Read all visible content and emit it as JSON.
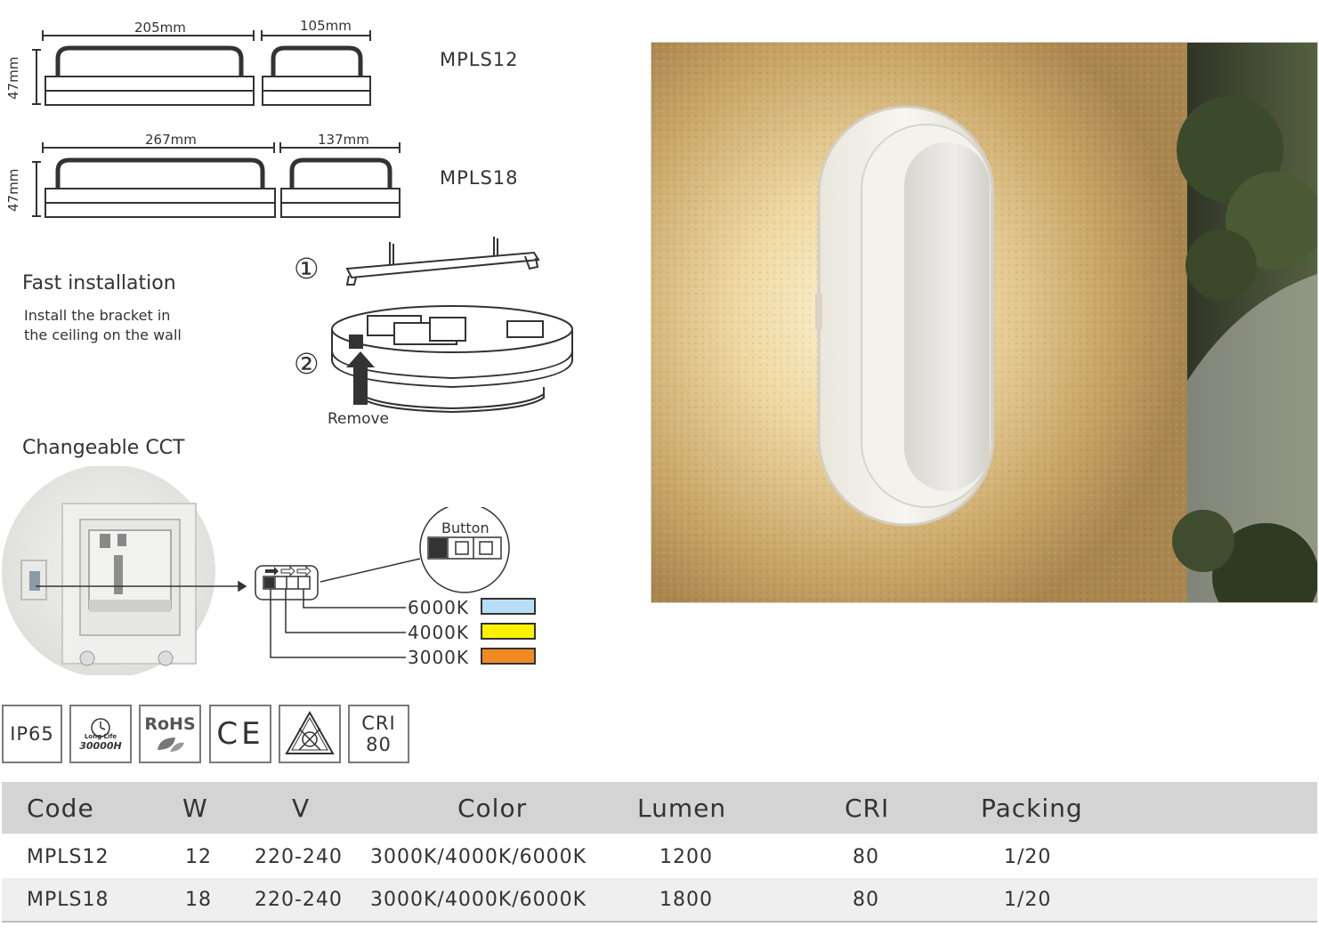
{
  "dimensions": {
    "mpls12": {
      "model": "MPLS12",
      "length": "205mm",
      "width": "105mm",
      "height": "47mm"
    },
    "mpls18": {
      "model": "MPLS18",
      "length": "267mm",
      "width": "137mm",
      "height": "47mm"
    }
  },
  "installation": {
    "heading": "Fast installation",
    "description": "Install the bracket in the ceiling on the wall",
    "step1": "①",
    "step2": "②",
    "remove_label": "Remove"
  },
  "cct": {
    "heading": "Changeable CCT",
    "button_label": "Button",
    "options": [
      {
        "label": "6000K",
        "color": "#b8def5"
      },
      {
        "label": "4000K",
        "color": "#fff200"
      },
      {
        "label": "3000K",
        "color": "#f08a24"
      }
    ]
  },
  "certifications": {
    "ip": "IP65",
    "life_hours": "30000H",
    "life_small": "Long Life",
    "rohs": "RoHS",
    "ce": "CE",
    "cri_title": "CRI",
    "cri_value": "80"
  },
  "table": {
    "headers": [
      "Code",
      "W",
      "V",
      "Color",
      "Lumen",
      "CRI",
      "Packing"
    ],
    "rows": [
      [
        "MPLS12",
        "12",
        "220-240",
        "3000K/4000K/6000K",
        "1200",
        "80",
        "1/20"
      ],
      [
        "MPLS18",
        "18",
        "220-240",
        "3000K/4000K/6000K",
        "1800",
        "80",
        "1/20"
      ]
    ]
  },
  "colors": {
    "header_bg": "#d4d4d4",
    "row_alt_bg": "#efefef",
    "wall_light": "#f5e2b3",
    "wall_dark": "#b08f52"
  }
}
